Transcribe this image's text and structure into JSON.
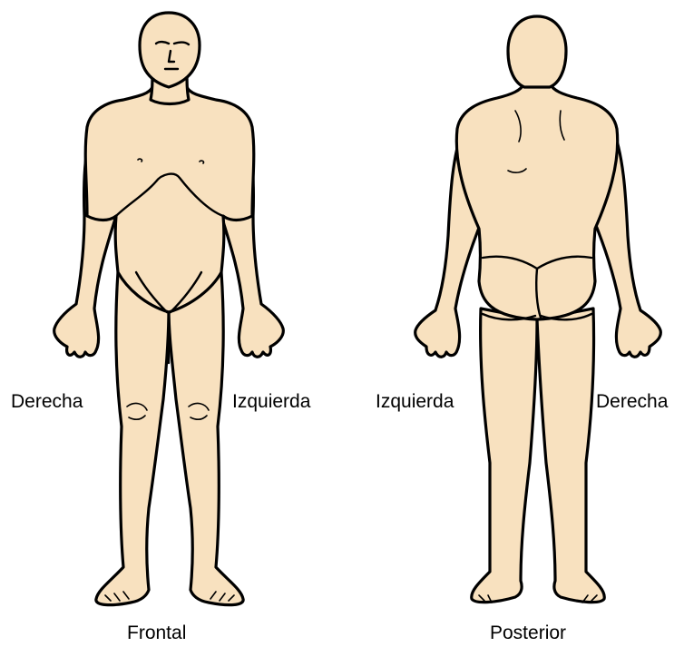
{
  "colors": {
    "skin": "#f8e1bf",
    "outline": "#000000",
    "background": "#ffffff"
  },
  "figures": [
    {
      "view_label": "Frontal",
      "left_side_label": "Derecha",
      "right_side_label": "Izquierda"
    },
    {
      "view_label": "Posterior",
      "left_side_label": "Izquierda",
      "right_side_label": "Derecha"
    }
  ]
}
